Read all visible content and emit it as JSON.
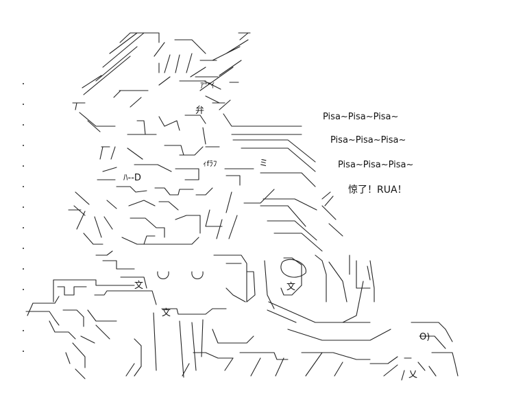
{
  "speech": {
    "line1": "Pisa~Pisa~Pisa~",
    "line2": "Pisa~Pisa~Pisa~",
    "line3": "Pisa~Pisa~Pisa~",
    "line4": "惊了！RUA！"
  },
  "art_glyphs": {
    "kanji_ben": "弁",
    "kata_fu": "ｱ\"\"ｲ",
    "kata_ifu": "ｨfﾗﾌ",
    "dash_d": "ﾊ--D",
    "bottom_left_wen": "文",
    "wen_center": "文",
    "wen_right": "文",
    "wen_bottom": "乂",
    "dot_o": "O)",
    "ami": "ミ"
  }
}
